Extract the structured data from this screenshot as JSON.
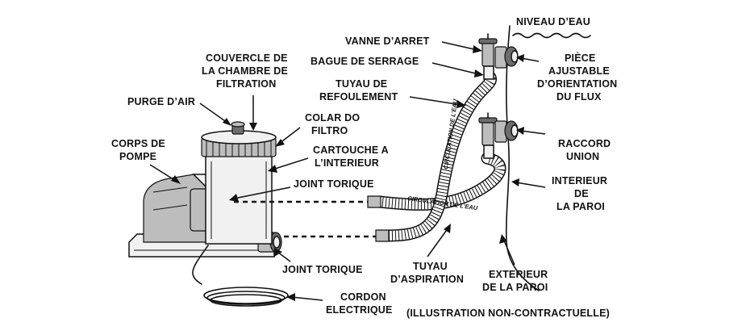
{
  "labels": {
    "niveau_eau": "NIVEAU D’EAU",
    "vanne_arret": "VANNE D’ARRET",
    "bague_serrage": "BAGUE DE SERRAGE",
    "tuyau_refoulement_1": "TUYAU DE",
    "tuyau_refoulement_2": "REFOULEMENT",
    "piece_ajustable_1": "PIÈCE",
    "piece_ajustable_2": "AJUSTABLE",
    "piece_ajustable_3": "D’ORIENTATION",
    "piece_ajustable_4": "DU FLUX",
    "couvercle_1": "COUVERCLE DE",
    "couvercle_2": "LA CHAMBRE DE",
    "couvercle_3": "FILTRATION",
    "purge_air": "PURGE D’AIR",
    "colar_1": "COLAR DO",
    "colar_2": "FILTRO",
    "corps_1": "CORPS DE",
    "corps_2": "POMPE",
    "cartouche_1": "CARTOUCHE A",
    "cartouche_2": "L’INTERIEUR",
    "joint_torique_top": "JOINT TORIQUE",
    "joint_torique_bottom": "JOINT TORIQUE",
    "raccord_1": "RACCORD",
    "raccord_2": "UNION",
    "interieur_1": "INTERIEUR",
    "interieur_2": "DE",
    "interieur_3": "LA PAROI",
    "tuyau_aspiration_1": "TUYAU",
    "tuyau_aspiration_2": "D’ASPIRATION",
    "exterieur_1": "EXTERIEUR",
    "exterieur_2": "DE LA PAROI",
    "cordon_1": "CORDON",
    "cordon_2": "ELECTRIQUE",
    "illustration_note": "(ILLUSTRATION NON-CONTRACTUELLE)",
    "hose_text_vertical": "CIRCULATION DE L’EAU",
    "hose_text_horizontal": "CIRCULATION DE L’EAU"
  }
}
